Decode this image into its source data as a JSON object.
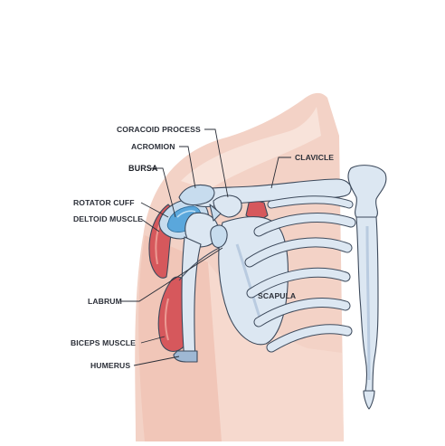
{
  "labels": {
    "coracoid_process": "CORACOID PROCESS",
    "acromion": "ACROMION",
    "bursa": "BURSA",
    "clavicle": "CLAVICLE",
    "rotator_cuff": "ROTATOR CUFF",
    "deltoid_muscle": "DELTOID MUSCLE",
    "labrum": "LABRUM",
    "scapula": "SCAPULA",
    "biceps_muscle": "BICEPS MUSCLE",
    "humerus": "HUMERUS"
  },
  "colors": {
    "skin": "#f3d2c6",
    "skin_light": "#f8e3da",
    "bone": "#dce7f2",
    "bone_shadow": "#b9cbe0",
    "muscle": "#d6585c",
    "muscle_light": "#ec9a93",
    "bursa_blue": "#5aa7dc",
    "outline": "#3d4a5c"
  }
}
